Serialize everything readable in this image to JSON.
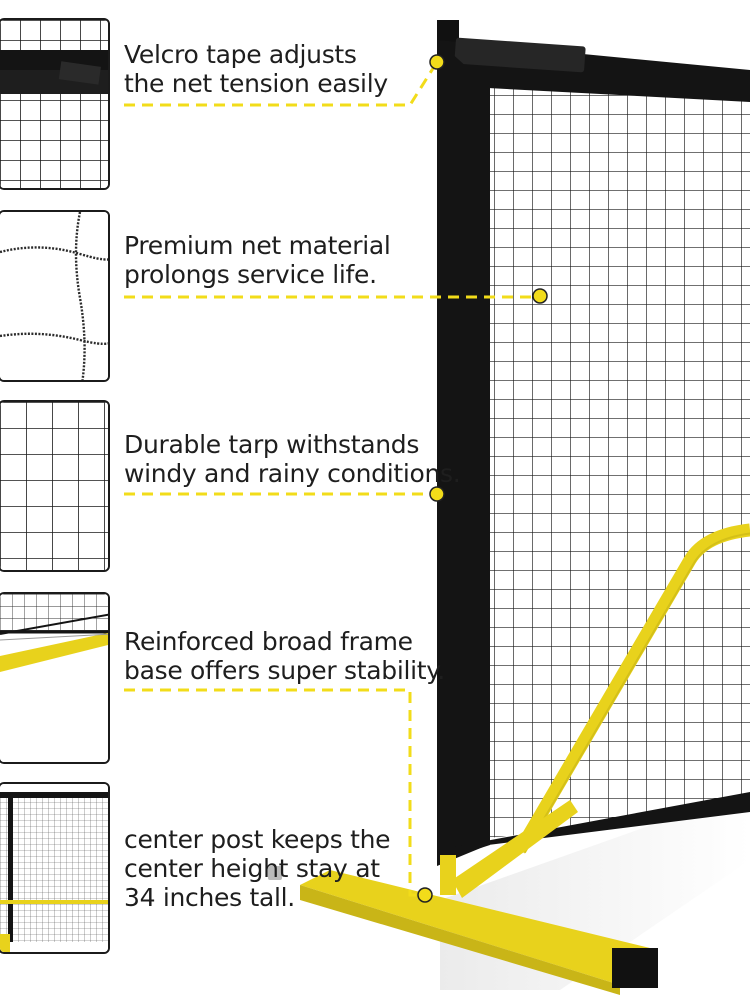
{
  "features": [
    {
      "lines": [
        "Velcro tape adjusts",
        "the net tension easily"
      ],
      "icon": "velcro-strap-detail"
    },
    {
      "lines": [
        "Premium net material",
        "prolongs service life."
      ],
      "icon": "net-knot-detail"
    },
    {
      "lines": [
        "Durable tarp withstands",
        "windy and rainy conditions."
      ],
      "icon": "tarp-edge-detail"
    },
    {
      "lines": [
        "Reinforced broad frame",
        "base offers super stability."
      ],
      "icon": "frame-base-detail"
    },
    {
      "lines": [
        "center post keeps the",
        "center height stay at",
        "34 inches tall."
      ],
      "icon": "center-post-detail"
    }
  ],
  "colors": {
    "accent_yellow": "#f2dc1a",
    "frame_yellow": "#e8d21c",
    "tarp_black": "#141414",
    "net_line": "#1a1a1a",
    "thumb_border": "#1b1b1b"
  }
}
